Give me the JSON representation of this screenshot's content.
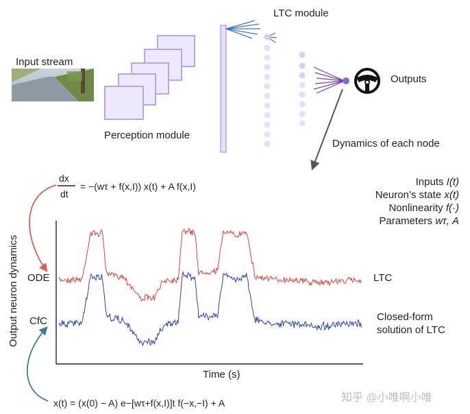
{
  "labels": {
    "input_stream": "Input stream",
    "perception_module": "Perception module",
    "ltc_module": "LTC module",
    "outputs": "Outputs",
    "dynamics_each_node": "Dynamics of each node",
    "ode": "ODE",
    "cfc": "CfC",
    "y_axis": "Output neuron dynamics",
    "x_axis": "Time (s)",
    "ltc_trace": "LTC",
    "closed_form_line1": "Closed-form",
    "closed_form_line2": "solution of LTC"
  },
  "legend_terms": {
    "inputs": "Inputs",
    "inputs_sym": "I(t)",
    "state": "Neuron’s state",
    "state_sym": "x(t)",
    "nonlinearity": "Nonlinearity",
    "nonlinearity_sym": "f(·)",
    "parameters": "Parameters",
    "parameters_sym": "wτ, A"
  },
  "equations": {
    "ode_numerator": "dx",
    "ode_denominator": "dt",
    "ode_rhs": "= −(wτ + f(x,I)) x(t) + A f(x,I)",
    "cfc": "x(t) = (x(0) − A) e−[wτ+f(x,I)]t f(−x,−I) + A"
  },
  "watermark": "知乎 @小唯啊小唯",
  "colors": {
    "ltc_trace": "#e0413b",
    "cfc_trace": "#2b3fb8",
    "arrow_ode": "#d9604e",
    "arrow_cfc": "#3a7f9a",
    "perception": "#b7a6ee",
    "ltc_nodes": "#e6defa",
    "output_node": "#7b6fd6",
    "connections": "#3a78c4",
    "output_connections": "#7a3fb0"
  },
  "icons": [
    "steering-wheel-icon",
    "road-photo"
  ]
}
